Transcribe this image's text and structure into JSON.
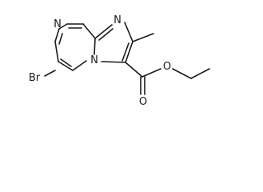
{
  "molecule": {
    "atoms": {
      "n_top": "N",
      "n_imidazole": "N",
      "n_bridge": "N",
      "bromine": "Br",
      "o_carbonyl": "O",
      "o_ester": "O"
    }
  }
}
